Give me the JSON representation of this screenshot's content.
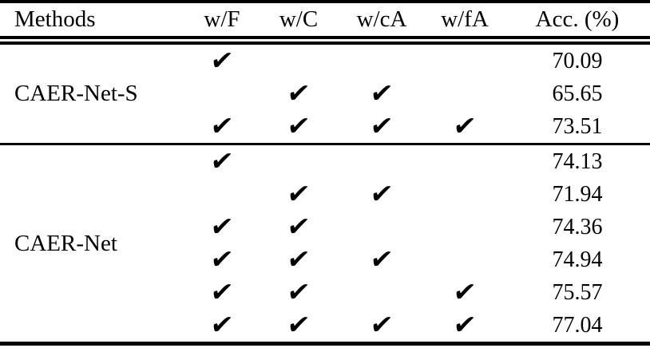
{
  "table": {
    "title": "ablation-study-table",
    "columns": [
      "Methods",
      "w/F",
      "w/C",
      "w/cA",
      "w/fA",
      "Acc. (%)"
    ],
    "check_glyph": "✔",
    "colors": {
      "text": "#000000",
      "background": "#ffffff",
      "rule": "#000000"
    },
    "groups": [
      {
        "method": "CAER-Net-S",
        "rows": [
          {
            "checks": [
              true,
              false,
              false,
              false
            ],
            "acc": "70.09"
          },
          {
            "checks": [
              false,
              true,
              true,
              false
            ],
            "acc": "65.65"
          },
          {
            "checks": [
              true,
              true,
              true,
              true
            ],
            "acc": "73.51"
          }
        ]
      },
      {
        "method": "CAER-Net",
        "rows": [
          {
            "checks": [
              true,
              false,
              false,
              false
            ],
            "acc": "74.13"
          },
          {
            "checks": [
              false,
              true,
              true,
              false
            ],
            "acc": "71.94"
          },
          {
            "checks": [
              true,
              true,
              false,
              false
            ],
            "acc": "74.36"
          },
          {
            "checks": [
              true,
              true,
              true,
              false
            ],
            "acc": "74.94"
          },
          {
            "checks": [
              true,
              true,
              false,
              true
            ],
            "acc": "75.57"
          },
          {
            "checks": [
              true,
              true,
              true,
              true
            ],
            "acc": "77.04"
          }
        ]
      }
    ]
  }
}
